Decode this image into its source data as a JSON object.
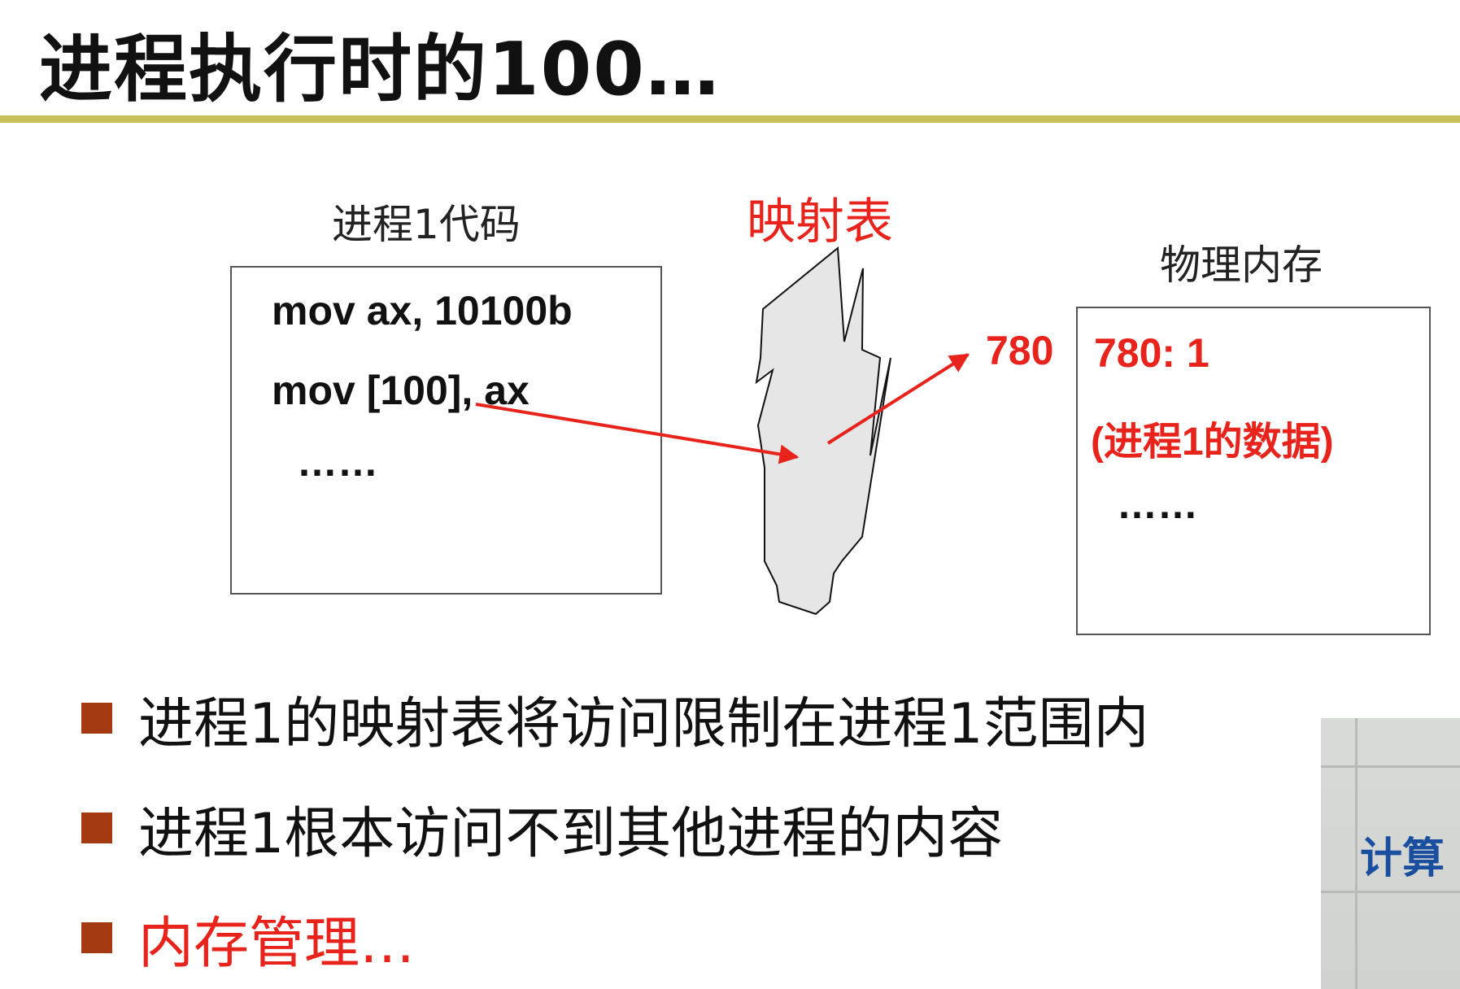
{
  "title": "进程执行时的100…",
  "labels": {
    "code": "进程1代码",
    "mapping": "映射表",
    "memory": "物理内存",
    "address": "780"
  },
  "code_box": {
    "lines": [
      "mov ax, 10100b",
      "mov [100], ax",
      "……"
    ]
  },
  "memory_box": {
    "lines": [
      "780:  1",
      "(进程1的数据)",
      "……"
    ]
  },
  "bullets": [
    {
      "text": "进程1的映射表将访问限制在进程1范围内"
    },
    {
      "text": "进程1根本访问不到其他进程的内容"
    },
    {
      "text": "内存管理…"
    }
  ],
  "webcam": {
    "visible_text": "计算"
  },
  "colors": {
    "accent_red": "#e8231b",
    "title_rule": "#c8c05a",
    "bullet": "#a33a12"
  }
}
